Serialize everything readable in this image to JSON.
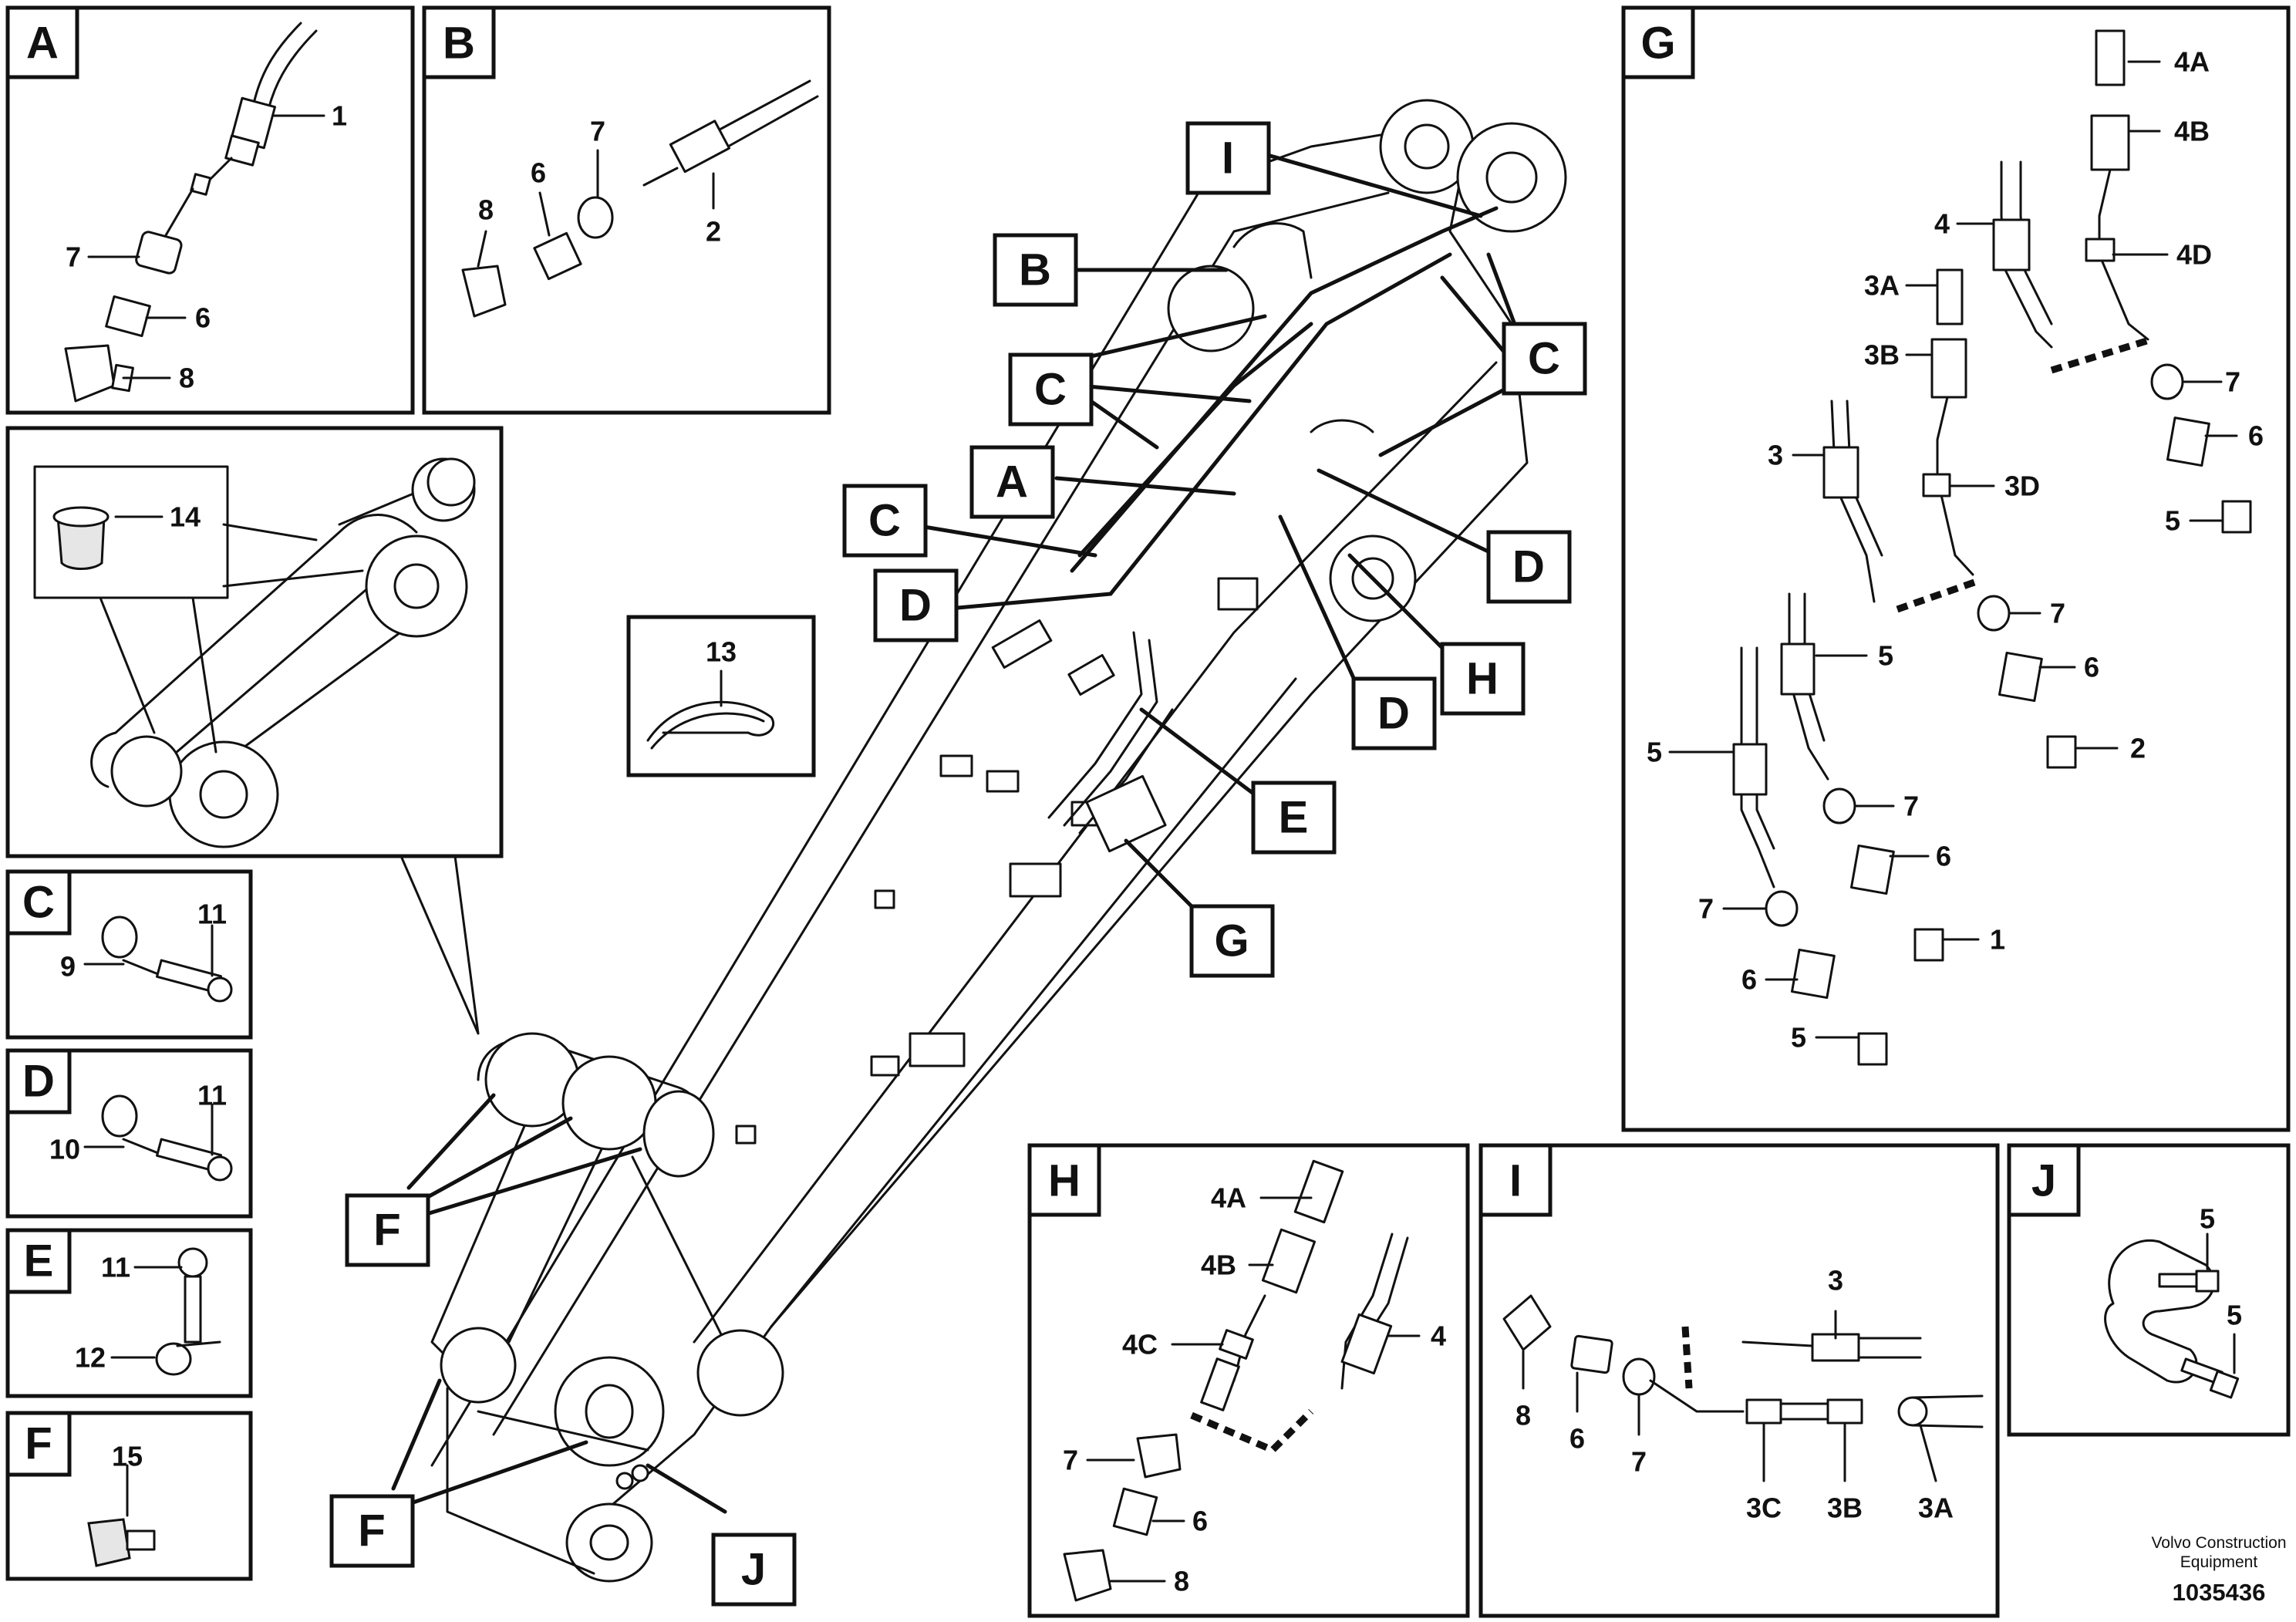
{
  "panels": {
    "A": {
      "letter": "A",
      "parts": [
        "1",
        "7",
        "6",
        "8"
      ]
    },
    "B": {
      "letter": "B",
      "parts": [
        "7",
        "6",
        "8",
        "2"
      ]
    },
    "detail14": {
      "parts": [
        "14"
      ]
    },
    "C": {
      "letter": "C",
      "parts": [
        "11",
        "9"
      ]
    },
    "D": {
      "letter": "D",
      "parts": [
        "11",
        "10"
      ]
    },
    "E": {
      "letter": "E",
      "parts": [
        "11",
        "12"
      ]
    },
    "F": {
      "letter": "F",
      "parts": [
        "15"
      ]
    },
    "tie": {
      "parts": [
        "13"
      ]
    },
    "G": {
      "letter": "G",
      "parts": [
        "4A",
        "4B",
        "4",
        "4D",
        "3A",
        "3B",
        "7",
        "6",
        "3",
        "3D",
        "5",
        "7",
        "6",
        "2",
        "5",
        "1",
        "7",
        "6",
        "7",
        "5",
        "6",
        "5"
      ]
    },
    "H": {
      "letter": "H",
      "parts": [
        "4A",
        "4B",
        "4C",
        "4",
        "7",
        "6",
        "8"
      ]
    },
    "I": {
      "letter": "I",
      "parts": [
        "3",
        "8",
        "6",
        "7",
        "3C",
        "3B",
        "3A"
      ]
    },
    "J": {
      "letter": "J",
      "parts": [
        "5",
        "5"
      ]
    }
  },
  "callouts": {
    "main": [
      "I",
      "B",
      "C",
      "C",
      "A",
      "C",
      "D",
      "D",
      "E",
      "G",
      "D",
      "H",
      "F",
      "F",
      "J"
    ]
  },
  "credit": {
    "line1": "Volvo Construction",
    "line2": "Equipment",
    "docno": "1035436"
  }
}
